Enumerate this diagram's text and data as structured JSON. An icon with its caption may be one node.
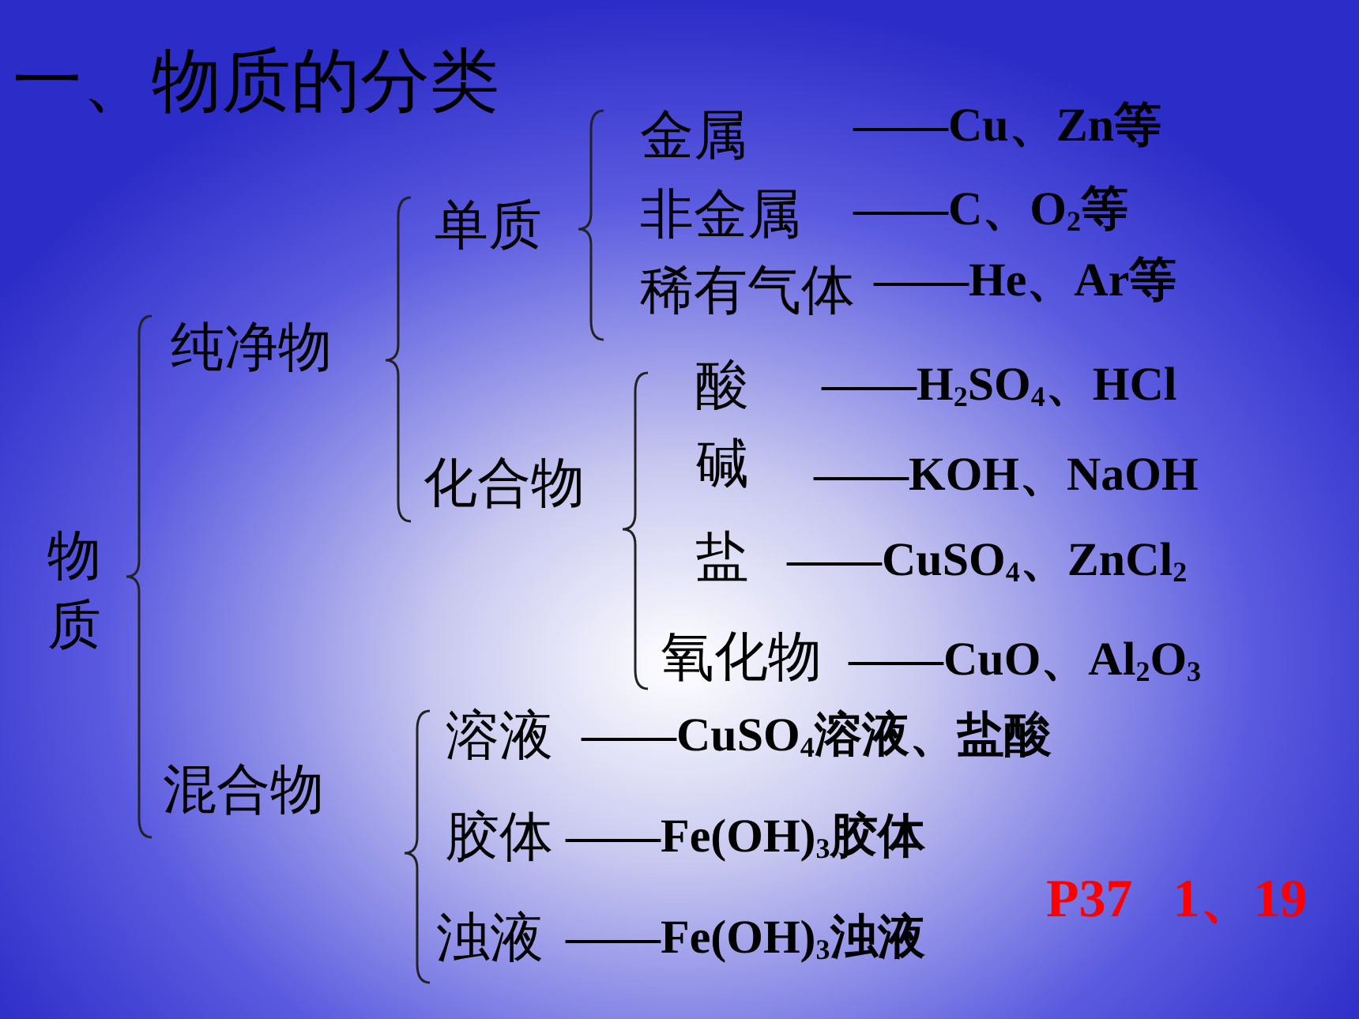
{
  "diagram": {
    "title": "一、物质的分类",
    "nodes": [
      {
        "text": [
          "物质"
        ]
      },
      {
        "text": [
          "纯净物"
        ]
      },
      {
        "text": [
          "单质"
        ]
      },
      {
        "text": [
          "金属"
        ],
        "beside": [
          "——Cu、Zn等"
        ]
      },
      {
        "text": [
          "非金属"
        ],
        "beside": [
          "——C、O$_{2}$等"
        ]
      },
      {
        "text": [
          "稀有气体"
        ],
        "beside": [
          "——He、Ar等"
        ]
      },
      {
        "text": [
          "化合物"
        ]
      },
      {
        "text": [
          "酸"
        ],
        "beside": [
          "——H$_{2}$SO$_{4}$、HCl"
        ]
      },
      {
        "text": [
          "碱"
        ],
        "beside": [
          "——KOH、NaOH"
        ]
      },
      {
        "text": [
          "盐"
        ],
        "beside": [
          "——CuSO$_{4}$、ZnCl$_{2}$"
        ]
      },
      {
        "text": [
          "氧化物"
        ],
        "beside": [
          "——CuO、Al$_{2}$O$_{3}$"
        ]
      },
      {
        "text": [
          "混合物"
        ]
      },
      {
        "text": [
          "溶液"
        ],
        "beside": [
          "——CuSO$_{4}$溶液、盐酸"
        ]
      },
      {
        "text": [
          "胶体"
        ],
        "beside": [
          "——Fe(OH)$_{3}$胶体"
        ]
      },
      {
        "text": [
          "浊液"
        ],
        "beside": [
          "——Fe(OH)$_{3}$浊液"
        ]
      }
    ],
    "labels": [
      "P37   1、19"
    ]
  }
}
